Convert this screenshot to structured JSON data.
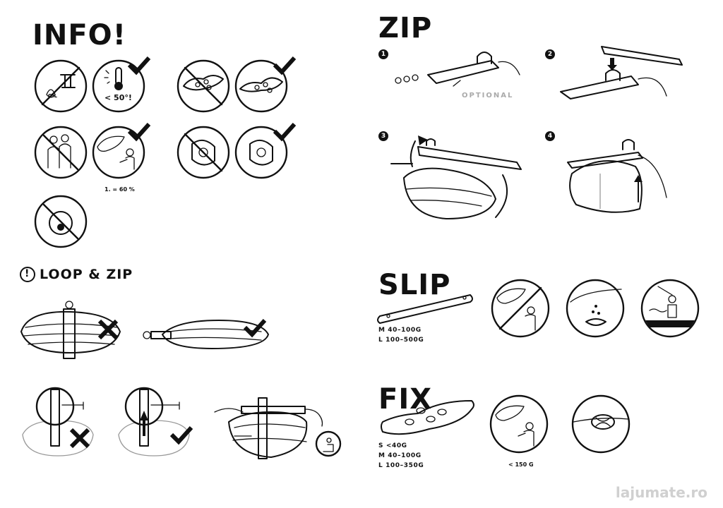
{
  "info": {
    "title": "INFO!",
    "temp_label": "< 50°!",
    "ratio_label": "1. = 60 %"
  },
  "loop_zip": {
    "title": "LOOP & ZIP",
    "alert_glyph": "!"
  },
  "zip": {
    "title": "ZIP",
    "steps": [
      "1",
      "2",
      "3",
      "4"
    ],
    "optional_label": "OPTIONAL"
  },
  "slip": {
    "title": "SLIP",
    "sizes": "M 40–100G\nL 100–500G"
  },
  "fix": {
    "title": "FIX",
    "sizes": "S <40G\nM 40–100G\nL 100–350G",
    "weight_label": "< 150 G"
  },
  "watermark": "lajumate.ro"
}
